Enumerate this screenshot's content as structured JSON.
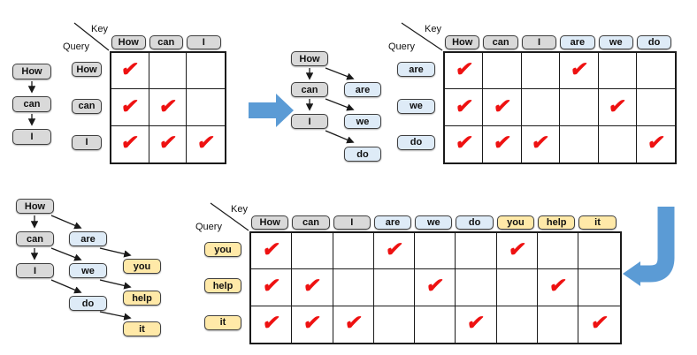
{
  "colors": {
    "token_gray": "#d9d9d9",
    "token_blue": "#deebf7",
    "token_yellow": "#ffe9a8",
    "token_border": "#3f3f3f",
    "check_red": "#ee1111",
    "arrow_blue": "#5b9bd5",
    "line_black": "#1a1a1a"
  },
  "labels": {
    "key": "Key",
    "query": "Query"
  },
  "icons": {
    "check": "✔"
  },
  "step1": {
    "chain": [
      "How",
      "can",
      "I"
    ],
    "matrix": {
      "keys": [
        {
          "label": "How",
          "color": "gray"
        },
        {
          "label": "can",
          "color": "gray"
        },
        {
          "label": "I",
          "color": "gray"
        }
      ],
      "queries": [
        {
          "label": "How",
          "color": "gray"
        },
        {
          "label": "can",
          "color": "gray"
        },
        {
          "label": "I",
          "color": "gray"
        }
      ],
      "mask": [
        [
          1,
          0,
          0
        ],
        [
          1,
          1,
          0
        ],
        [
          1,
          1,
          1
        ]
      ]
    }
  },
  "step2": {
    "tree": {
      "level1": [
        "How",
        "can",
        "I"
      ],
      "level2": [
        "are",
        "we",
        "do"
      ]
    },
    "matrix": {
      "keys": [
        {
          "label": "How",
          "color": "gray"
        },
        {
          "label": "can",
          "color": "gray"
        },
        {
          "label": "I",
          "color": "gray"
        },
        {
          "label": "are",
          "color": "blue"
        },
        {
          "label": "we",
          "color": "blue"
        },
        {
          "label": "do",
          "color": "blue"
        }
      ],
      "queries": [
        {
          "label": "are",
          "color": "blue"
        },
        {
          "label": "we",
          "color": "blue"
        },
        {
          "label": "do",
          "color": "blue"
        }
      ],
      "mask": [
        [
          1,
          0,
          0,
          1,
          0,
          0
        ],
        [
          1,
          1,
          0,
          0,
          1,
          0
        ],
        [
          1,
          1,
          1,
          0,
          0,
          1
        ]
      ]
    }
  },
  "step3": {
    "tree": {
      "level1": [
        "How",
        "can",
        "I"
      ],
      "level2": [
        "are",
        "we",
        "do"
      ],
      "level3": [
        "you",
        "help",
        "it"
      ]
    },
    "matrix": {
      "keys": [
        {
          "label": "How",
          "color": "gray"
        },
        {
          "label": "can",
          "color": "gray"
        },
        {
          "label": "I",
          "color": "gray"
        },
        {
          "label": "are",
          "color": "blue"
        },
        {
          "label": "we",
          "color": "blue"
        },
        {
          "label": "do",
          "color": "blue"
        },
        {
          "label": "you",
          "color": "yellow"
        },
        {
          "label": "help",
          "color": "yellow"
        },
        {
          "label": "it",
          "color": "yellow"
        }
      ],
      "queries": [
        {
          "label": "you",
          "color": "yellow"
        },
        {
          "label": "help",
          "color": "yellow"
        },
        {
          "label": "it",
          "color": "yellow"
        }
      ],
      "mask": [
        [
          1,
          0,
          0,
          1,
          0,
          0,
          1,
          0,
          0
        ],
        [
          1,
          1,
          0,
          0,
          1,
          0,
          0,
          1,
          0
        ],
        [
          1,
          1,
          1,
          0,
          0,
          1,
          0,
          0,
          1
        ]
      ]
    }
  }
}
